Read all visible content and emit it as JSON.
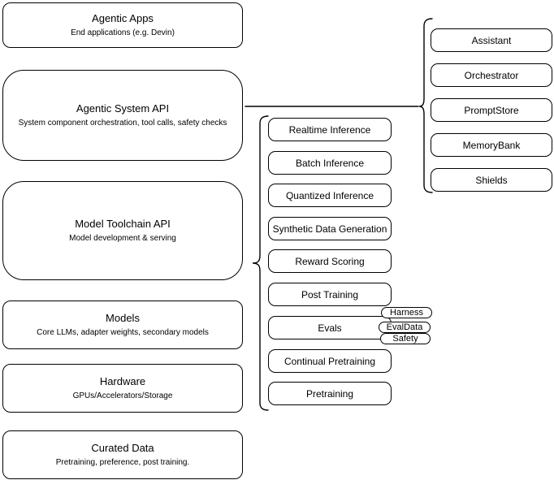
{
  "left_column": [
    {
      "title": "Agentic Apps",
      "subtitle": "End applications (e.g. Devin)"
    },
    {
      "title": "Agentic System API",
      "subtitle": "System component orchestration, tool calls, safety checks"
    },
    {
      "title": "Model Toolchain API",
      "subtitle": "Model development & serving"
    },
    {
      "title": "Models",
      "subtitle": "Core LLMs, adapter weights, secondary models"
    },
    {
      "title": "Hardware",
      "subtitle": "GPUs/Accelerators/Storage"
    },
    {
      "title": "Curated Data",
      "subtitle": "Pretraining, preference, post training."
    }
  ],
  "toolchain_services": [
    "Realtime Inference",
    "Batch Inference",
    "Quantized Inference",
    "Synthetic Data Generation",
    "Reward Scoring",
    "Post Training",
    "Evals",
    "Continual Pretraining",
    "Pretraining"
  ],
  "evals_tags": [
    "Harness",
    "EvalData",
    "Safety"
  ],
  "system_components": [
    "Assistant",
    "Orchestrator",
    "PromptStore",
    "MemoryBank",
    "Shields"
  ],
  "colors": {
    "stroke": "#000000",
    "background": "#ffffff",
    "box_fill": "#ffffff"
  }
}
